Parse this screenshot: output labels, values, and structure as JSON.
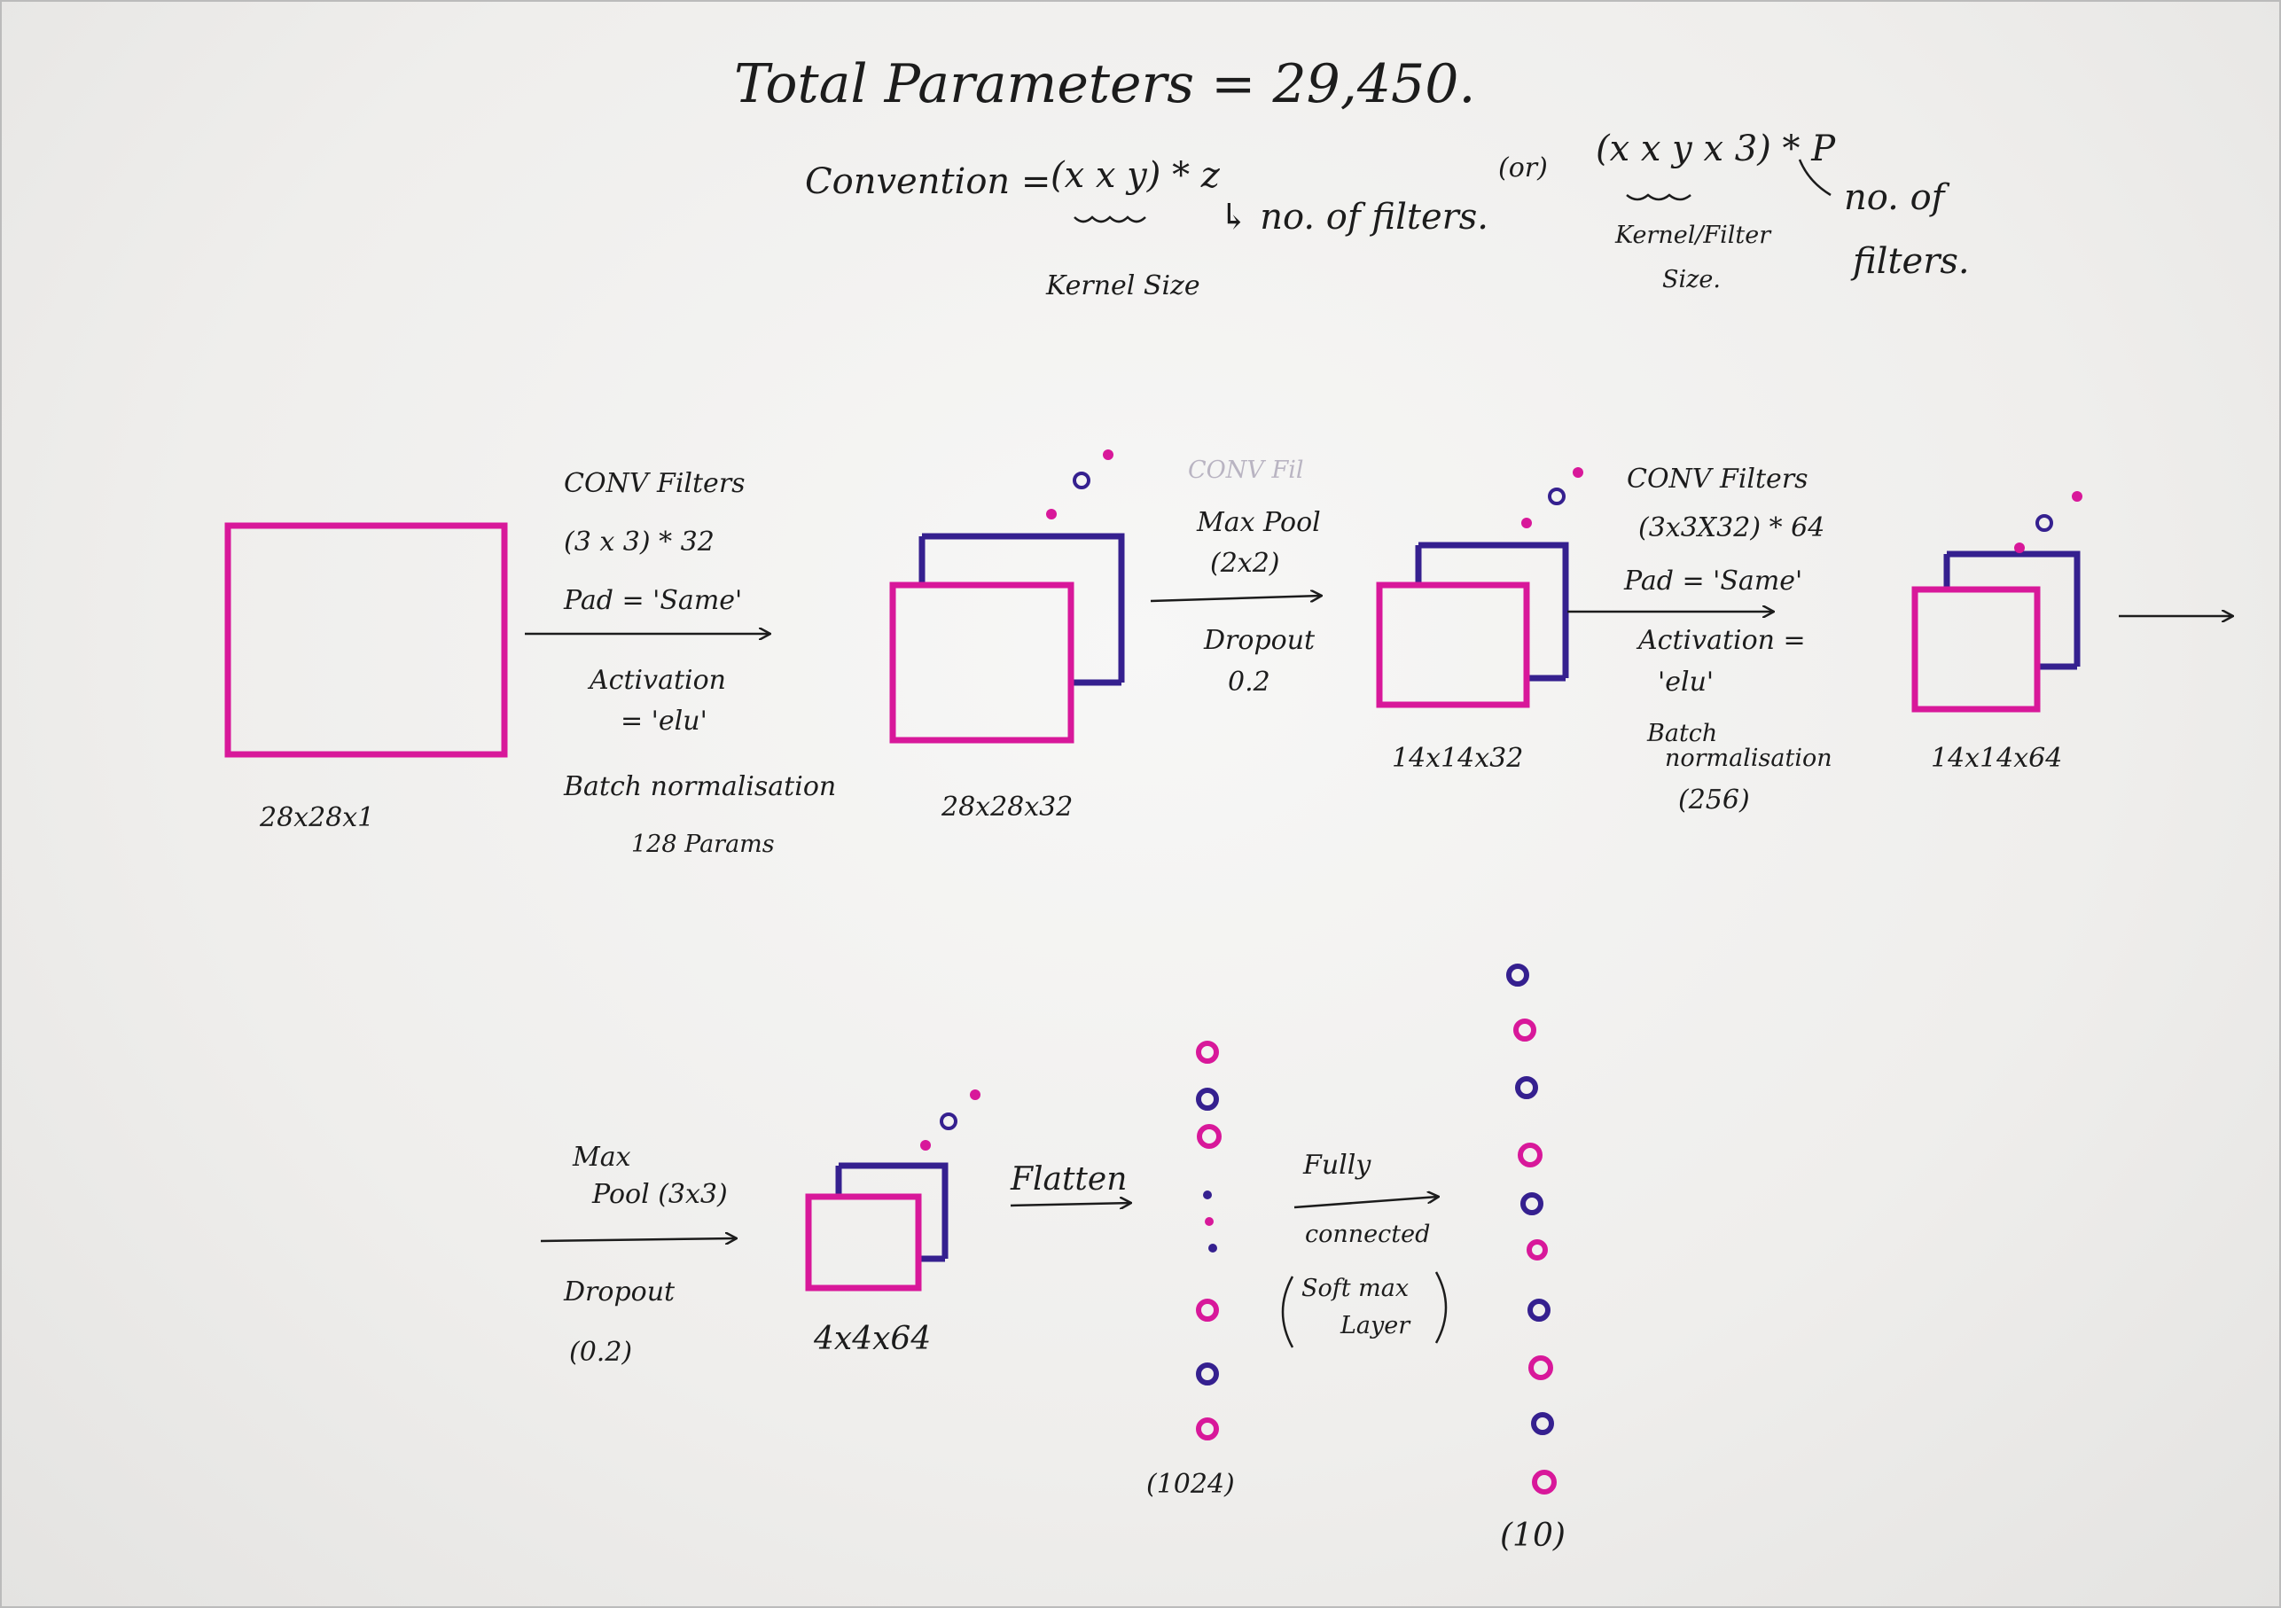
{
  "header": {
    "total_params": "Total Parameters = 29,450.",
    "convention_label": "Convention =",
    "formula_a": "(x x y) * z",
    "kernel_size": "Kernel Size",
    "no_of_filters_a": "↳ no. of filters.",
    "or": "(or)",
    "formula_b": "(x x y x 3) * P",
    "kernel_filter_size_1": "Kernel/Filter",
    "kernel_filter_size_2": "Size.",
    "no_of_filters_b_1": "no. of",
    "no_of_filters_b_2": "filters."
  },
  "row1": {
    "input_dims": "28x28x1",
    "conv1": {
      "title": "CONV Filters",
      "kernel": "(3 x 3) * 32",
      "pad": "Pad = 'Same'",
      "activation_1": "Activation",
      "activation_2": "= 'elu'",
      "batch_norm": "Batch normalisation",
      "params": "128 Params"
    },
    "fm1_dims": "28x28x32",
    "pool1": {
      "faint": "CONV Fil",
      "title": "Max Pool",
      "size": "(2x2)",
      "dropout": "Dropout",
      "rate": "0.2"
    },
    "fm2_dims": "14x14x32",
    "conv2": {
      "title": "CONV Filters",
      "kernel": "(3x3X32) * 64",
      "pad": "Pad = 'Same'",
      "activation_1": "Activation =",
      "activation_2": "'elu'",
      "batch_1": "Batch",
      "batch_2": "normalisation",
      "params": "(256)"
    },
    "fm3_dims": "14x14x64"
  },
  "row2": {
    "pool2": {
      "title_1": "Max",
      "title_2": "Pool (3x3)",
      "dropout": "Dropout",
      "rate": "(0.2)"
    },
    "fm4_dims": "4x4x64",
    "flatten": "Flatten",
    "flat_count": "(1024)",
    "fc": {
      "title_1": "Fully",
      "title_2": "connected",
      "title_3": "Soft max",
      "title_4": "Layer"
    },
    "output_count": "(10)"
  },
  "colors": {
    "magenta": "#d8189a",
    "blue": "#35208f",
    "ink": "#1c1c1c"
  }
}
